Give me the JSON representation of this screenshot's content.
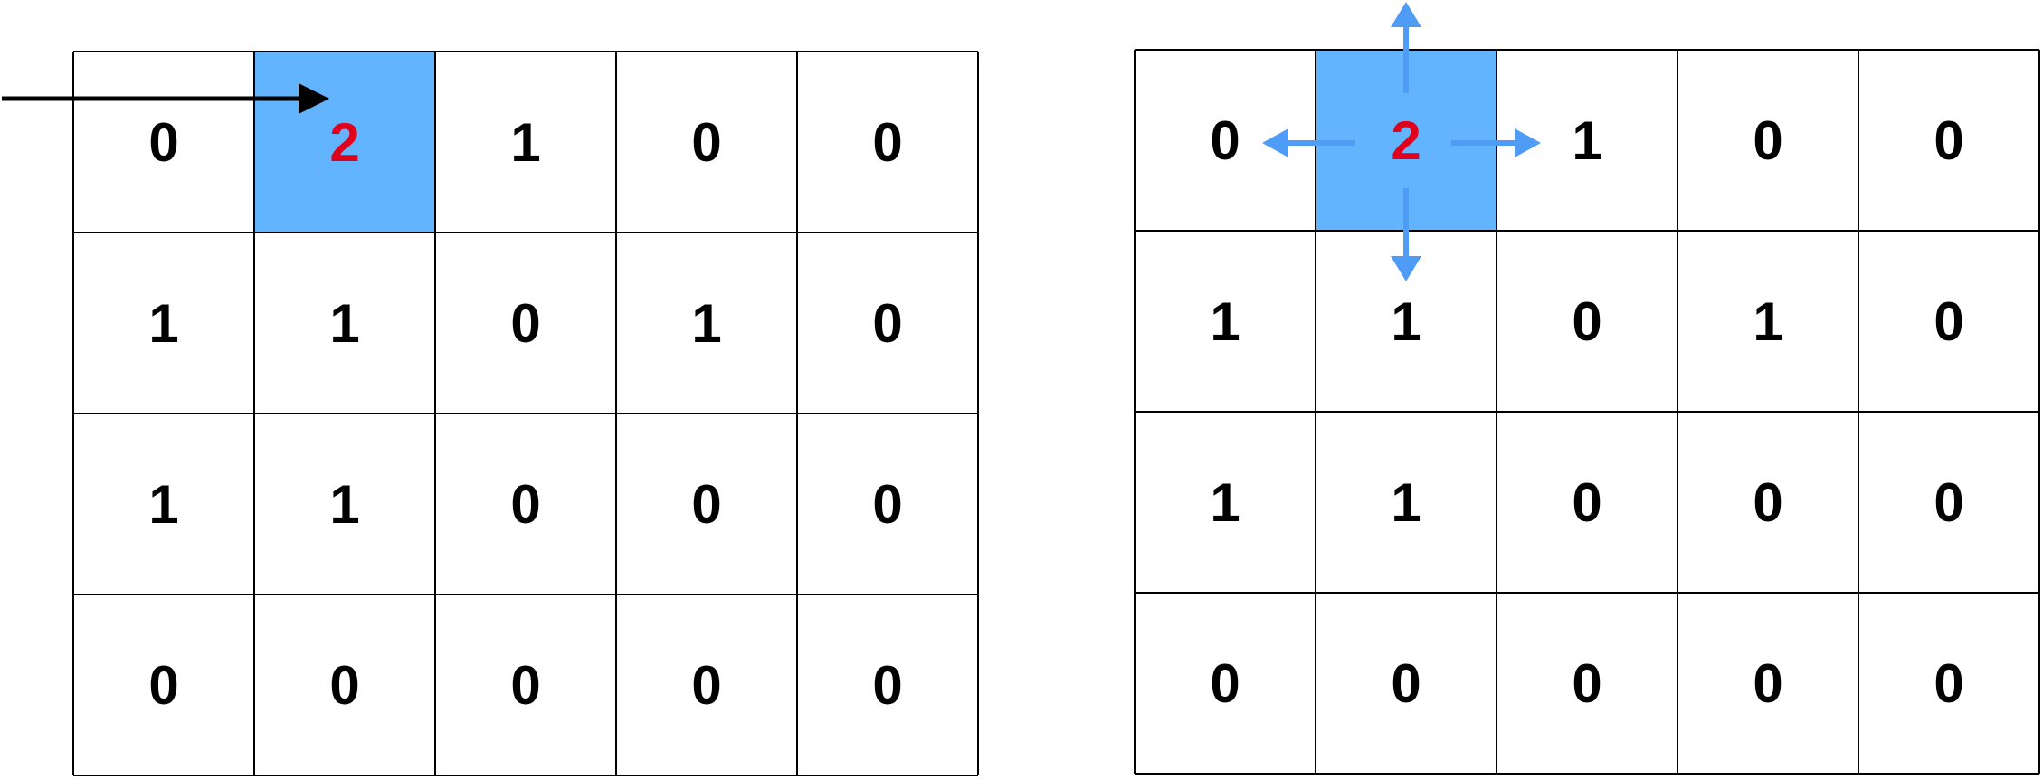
{
  "grids": [
    {
      "id": "left-grid",
      "cells": [
        [
          "0",
          "2",
          "1",
          "0",
          "0"
        ],
        [
          "1",
          "1",
          "0",
          "1",
          "0"
        ],
        [
          "1",
          "1",
          "0",
          "0",
          "0"
        ],
        [
          "0",
          "0",
          "0",
          "0",
          "0"
        ]
      ],
      "highlight": {
        "row": 0,
        "col": 1
      },
      "pointer_arrow": true,
      "direction_arrows": false
    },
    {
      "id": "right-grid",
      "cells": [
        [
          "0",
          "2",
          "1",
          "0",
          "0"
        ],
        [
          "1",
          "1",
          "0",
          "1",
          "0"
        ],
        [
          "1",
          "1",
          "0",
          "0",
          "0"
        ],
        [
          "0",
          "0",
          "0",
          "0",
          "0"
        ]
      ],
      "highlight": {
        "row": 0,
        "col": 1
      },
      "pointer_arrow": false,
      "direction_arrows": true
    }
  ],
  "colors": {
    "highlight_fill": "#62b4fe",
    "highlight_text": "#e0001b",
    "direction_arrow": "#4f9cf6",
    "pointer_arrow": "#000000",
    "text": "#000000"
  }
}
